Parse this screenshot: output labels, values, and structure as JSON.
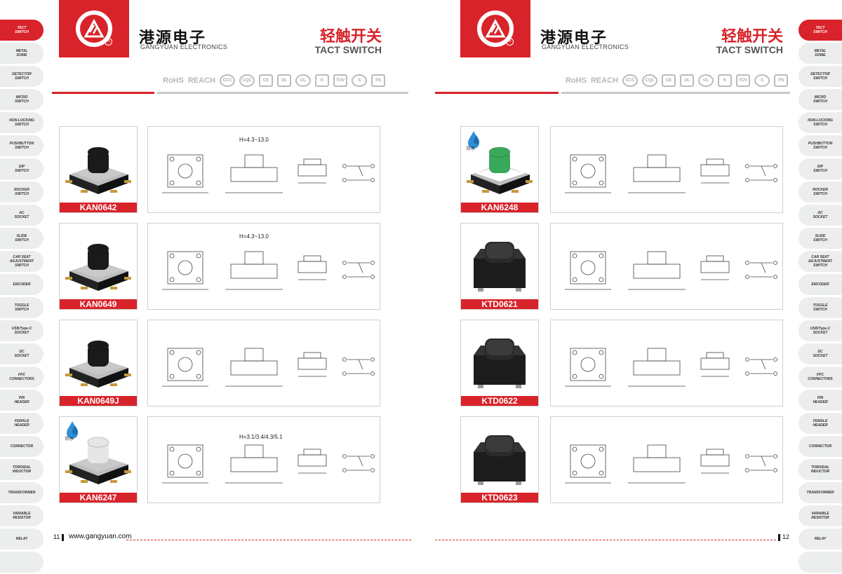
{
  "brand": {
    "name_cn": "港源电子",
    "name_en": "GANGYUAN ELECTRONICS",
    "website": "www.gangyuan.com"
  },
  "section": {
    "title_cn": "轻触开关",
    "title_en": "TACT SWITCH"
  },
  "certifications": {
    "rohs": "RoHS",
    "reach": "REACH",
    "cqc": "CQC",
    "tuv": "TÜV"
  },
  "side_tabs": [
    "TACT\nSWITCH",
    "METAL\nDOME",
    "DETECTOR\nSWITCH",
    "MICRO\nSWITCH",
    "NON-LOCKING\nSWITCH",
    "PUSHBUTTON\nSWITCH",
    "DIP\nSWITCH",
    "ROCKER\nSWITCH",
    "AC\nSOCKET",
    "SLIDE\nSWITCH",
    "CAR SEAT\nADJUSTMENT\nSWITCH",
    "ENCODER",
    "TOGGLE\nSWITCH",
    "USB/Type-C\nSOCKET",
    "DC\nSOCKET",
    "FPC\nCONNECTORS",
    "PIN\nHEADER",
    "FEMALE\nHEADER",
    "CONNECTOR",
    "TOROIDAL\nINDUCTOR",
    "TRANSFORMER",
    "VARIABLE\nRESISTOR",
    "RELAY"
  ],
  "left_page": {
    "page_number": "11",
    "products": [
      {
        "model": "KAN0642",
        "height_note": "H=4.3~13.0",
        "waterproof": false
      },
      {
        "model": "KAN0649",
        "height_note": "H=4.3~13.0",
        "waterproof": false
      },
      {
        "model": "KAN0649J",
        "height_note": "",
        "waterproof": false
      },
      {
        "model": "KAN6247",
        "height_note": "H=3.1/3.4/4.3/5.1",
        "waterproof": true
      }
    ]
  },
  "right_page": {
    "page_number": "12",
    "products": [
      {
        "model": "KAN6248",
        "height_note": "",
        "waterproof": true
      },
      {
        "model": "KTD0621",
        "height_note": "",
        "waterproof": false
      },
      {
        "model": "KTD0622",
        "height_note": "",
        "waterproof": false
      },
      {
        "model": "KTD0623",
        "height_note": "",
        "waterproof": false
      }
    ]
  },
  "waterproof_label": "防水",
  "colors": {
    "accent": "#d8232a",
    "tab_bg": "#eceded",
    "gray_line": "#c8c8c8"
  }
}
